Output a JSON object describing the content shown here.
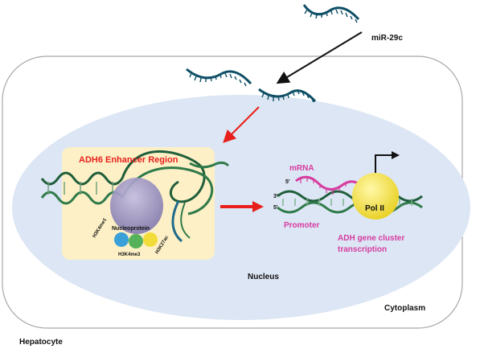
{
  "labels": {
    "mirna": "miR-29c",
    "enhancer": "ADH6 Enhancer Region",
    "nucleoprotein": "Nucleoprotein",
    "marks": [
      "H3K4me1",
      "H3K4me3",
      "H3K27ac"
    ],
    "mrna": "mRNA",
    "five_prime_top": "5'",
    "three_prime": "3'",
    "five_prime_bottom": "5'",
    "promoter": "Promoter",
    "pol": "Pol II",
    "transcription_line1": "ADH gene cluster",
    "transcription_line2": "transcription",
    "nucleus": "Nucleus",
    "cytoplasm": "Cytoplasm",
    "cell": "Hepatocyte"
  },
  "colors": {
    "nucleus_fill": "#dde6f4",
    "enhancer_box": "#fdf0c6",
    "red_label": "#e8201c",
    "pink_label": "#d63ca0",
    "pol_fill": "#f3e33a",
    "rna_strand": "#0f4f66",
    "dna_green": "#2f7a4a",
    "nucleoprotein": "#9a90c0"
  }
}
